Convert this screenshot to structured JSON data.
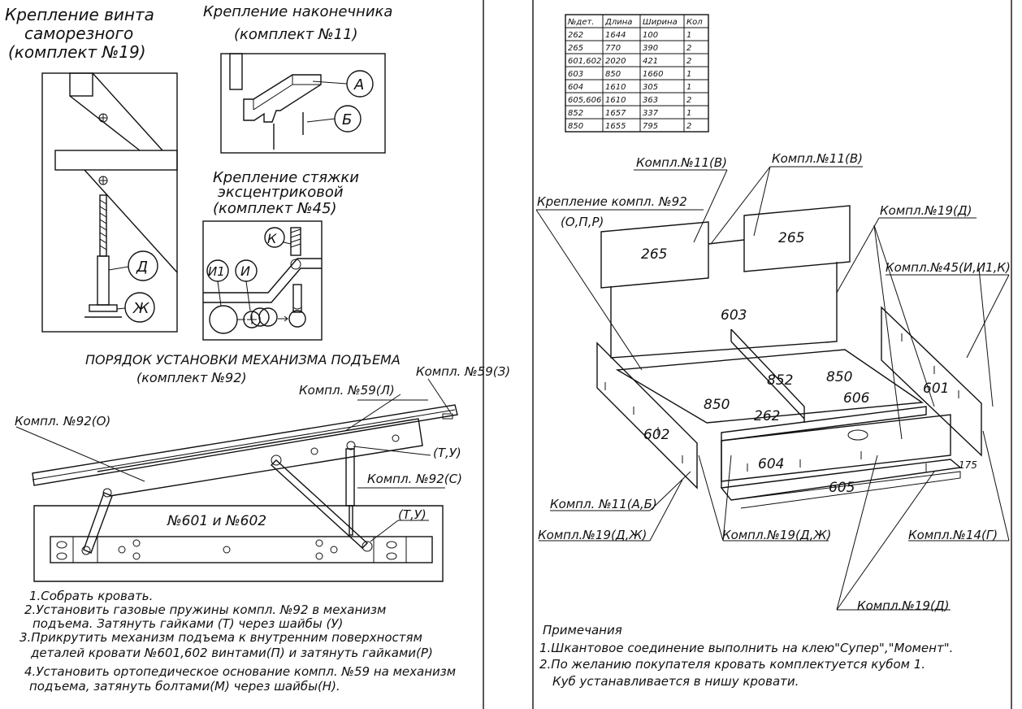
{
  "left": {
    "screw_title": [
      "Крепление винта",
      "саморезного",
      "(комплект №19)"
    ],
    "tip_title": [
      "Крепление наконечника",
      "(комплект №11)"
    ],
    "tip_callouts": [
      "А",
      "Б"
    ],
    "screw_callouts": [
      "Д",
      "Ж"
    ],
    "ecc_title": [
      "Крепление стяжки",
      "эксцентриковой",
      "(комплект №45)"
    ],
    "ecc_callouts": [
      "К",
      "И1",
      "И"
    ],
    "mech_title": [
      "ПОРЯДОК УСТАНОВКИ МЕХАНИЗМА ПОДЪЕМА",
      "(комплект №92)"
    ],
    "mech_labels": {
      "k59z": "Компл. №59(З)",
      "k59l": "Компл. №59(Л)",
      "k92o": "Компл. №92(О)",
      "tu1": "(Т,У)",
      "k92s": "Компл. №92(С)",
      "tu2": "(Т,У)",
      "panel": "№601 и №602"
    },
    "steps": [
      "1.Собрать кровать.",
      "2.Установить газовые пружины компл. №92 в механизм",
      "подъема.    Затянуть гайками (Т) через шайбы (У)",
      "3.Прикрутить механизм подъема к внутренним поверхностям",
      "деталей кровати №601,602 винтами(П) и затянуть гайками(Р)",
      "4.Установить ортопедическое основание компл. №59 на механизм",
      "подъема, затянуть болтами(М) через шайбы(Н)."
    ]
  },
  "table": {
    "headers": [
      "№дет.",
      "Длина",
      "Ширина",
      "Кол"
    ],
    "rows": [
      [
        "262",
        "1644",
        "100",
        "1"
      ],
      [
        "265",
        "770",
        "390",
        "2"
      ],
      [
        "601,602",
        "2020",
        "421",
        "2"
      ],
      [
        "603",
        "850",
        "1660",
        "1"
      ],
      [
        "604",
        "1610",
        "305",
        "1"
      ],
      [
        "605,606",
        "1610",
        "363",
        "2"
      ],
      [
        "852",
        "1657",
        "337",
        "1"
      ],
      [
        "850",
        "1655",
        "795",
        "2"
      ]
    ]
  },
  "assembly": {
    "callouts": {
      "k11v_a": "Компл.№11(В)",
      "k11v_b": "Компл.№11(В)",
      "k92_a": "Крепление компл. №92",
      "k92_b": "(О,П,Р)",
      "k19d_top": "Компл.№19(Д)",
      "k45": "Компл.№45(И,И1,К)",
      "k11ab": "Компл. №11(А,Б)",
      "k19dzh_l": "Компл.№19(Д,Ж)",
      "k19dzh_m": "Компл.№19(Д,Ж)",
      "k14g": "Компл.№14(Г)",
      "k19d_bot": "Компл.№19(Д)"
    },
    "parts": {
      "p265a": "265",
      "p265b": "265",
      "p603": "603",
      "p852": "852",
      "p850a": "850",
      "p850b": "850",
      "p606": "606",
      "p601": "601",
      "p262": "262",
      "p602": "602",
      "p604": "604",
      "p605": "605",
      "dim175": "175"
    }
  },
  "notes": {
    "title": "Примечания",
    "lines": [
      "1.Шкантовое соединение выполнить на клею\"Супер\",\"Момент\".",
      "2.По желанию покупателя кровать комплектуется кубом 1.",
      "Куб устанавливается в нишу кровати."
    ]
  }
}
